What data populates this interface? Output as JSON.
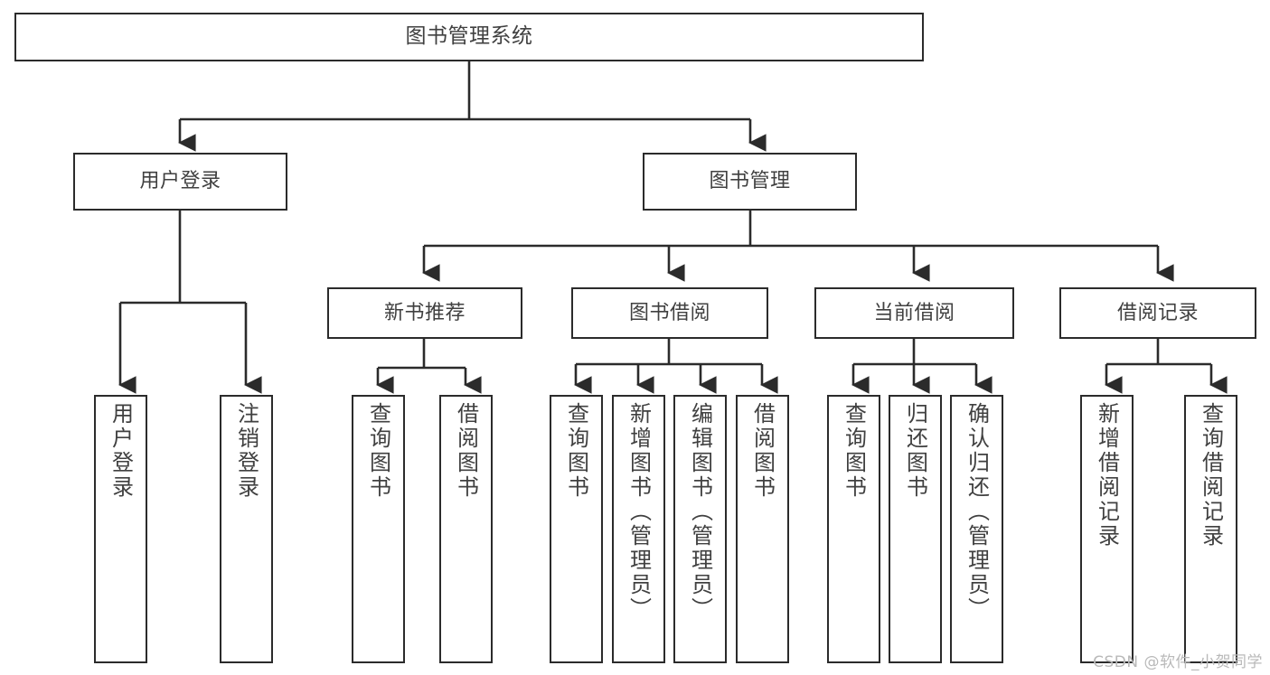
{
  "diagram": {
    "title": "图书管理系统",
    "type": "tree-hierarchy-diagram",
    "watermark": "CSDN @软件_小贺同学",
    "colors": {
      "stroke": "#2b2b2b",
      "text": "#404040",
      "background": "#ffffff",
      "watermark": "#b9b9b9"
    },
    "nodes": {
      "root": {
        "label": "图书管理系统"
      },
      "level2": [
        {
          "label": "用户登录"
        },
        {
          "label": "图书管理"
        }
      ],
      "level3": [
        {
          "label": "新书推荐"
        },
        {
          "label": "图书借阅"
        },
        {
          "label": "当前借阅"
        },
        {
          "label": "借阅记录"
        }
      ],
      "leaves": {
        "user_login": [
          {
            "label": "用户登录"
          },
          {
            "label": "注销登录"
          }
        ],
        "new_book_recommend": [
          {
            "label": "查询图书"
          },
          {
            "label": "借阅图书"
          }
        ],
        "book_borrow": [
          {
            "label": "查询图书"
          },
          {
            "label": "新增图书（管理员）"
          },
          {
            "label": "编辑图书（管理员）"
          },
          {
            "label": "借阅图书"
          }
        ],
        "current_borrow": [
          {
            "label": "查询图书"
          },
          {
            "label": "归还图书"
          },
          {
            "label": "确认归还（管理员）"
          }
        ],
        "borrow_record": [
          {
            "label": "新增借阅记录"
          },
          {
            "label": "查询借阅记录"
          }
        ]
      }
    }
  }
}
